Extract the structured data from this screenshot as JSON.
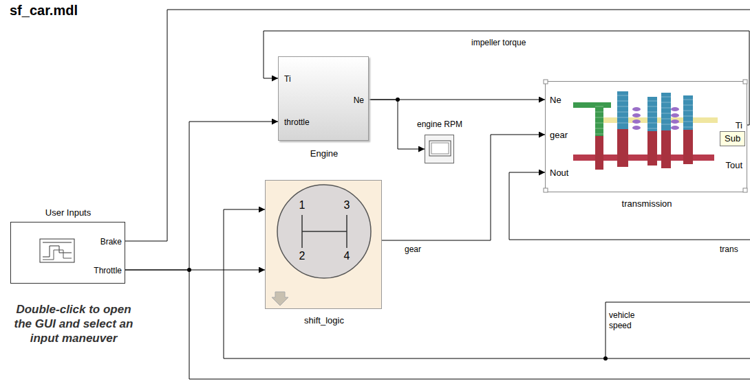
{
  "diagram": {
    "title": "sf_car.mdl",
    "nodes": [
      {
        "text": [
          "User Inputs",
          "Brake",
          "Throttle"
        ]
      },
      {
        "text": [
          "Ti",
          "throttle",
          "Ne",
          "Engine"
        ]
      },
      {
        "text": [
          "engine RPM"
        ]
      },
      {
        "text": [
          "1",
          "3",
          "2",
          "4",
          "shift_logic"
        ]
      },
      {
        "text": [
          "Ne",
          "gear",
          "Nout",
          "Ti",
          "Tout",
          "transmission"
        ]
      }
    ],
    "edges": [
      {
        "from": 0,
        "to": 1,
        "arrow": "to"
      },
      {
        "from": 0,
        "to": 3,
        "arrow": "to"
      },
      {
        "from": 1,
        "to": 4,
        "arrow": "to"
      },
      {
        "from": 1,
        "to": 2,
        "arrow": "to"
      },
      {
        "from": 3,
        "to": 4,
        "label": "gear",
        "arrow": "to"
      },
      {
        "from": 4,
        "to": 1,
        "label": "impeller torque",
        "arrow": "to"
      }
    ],
    "labels": [
      "Double-click to open the GUI and select an input maneuver",
      "vehicle speed",
      "trans",
      "Sub"
    ]
  }
}
